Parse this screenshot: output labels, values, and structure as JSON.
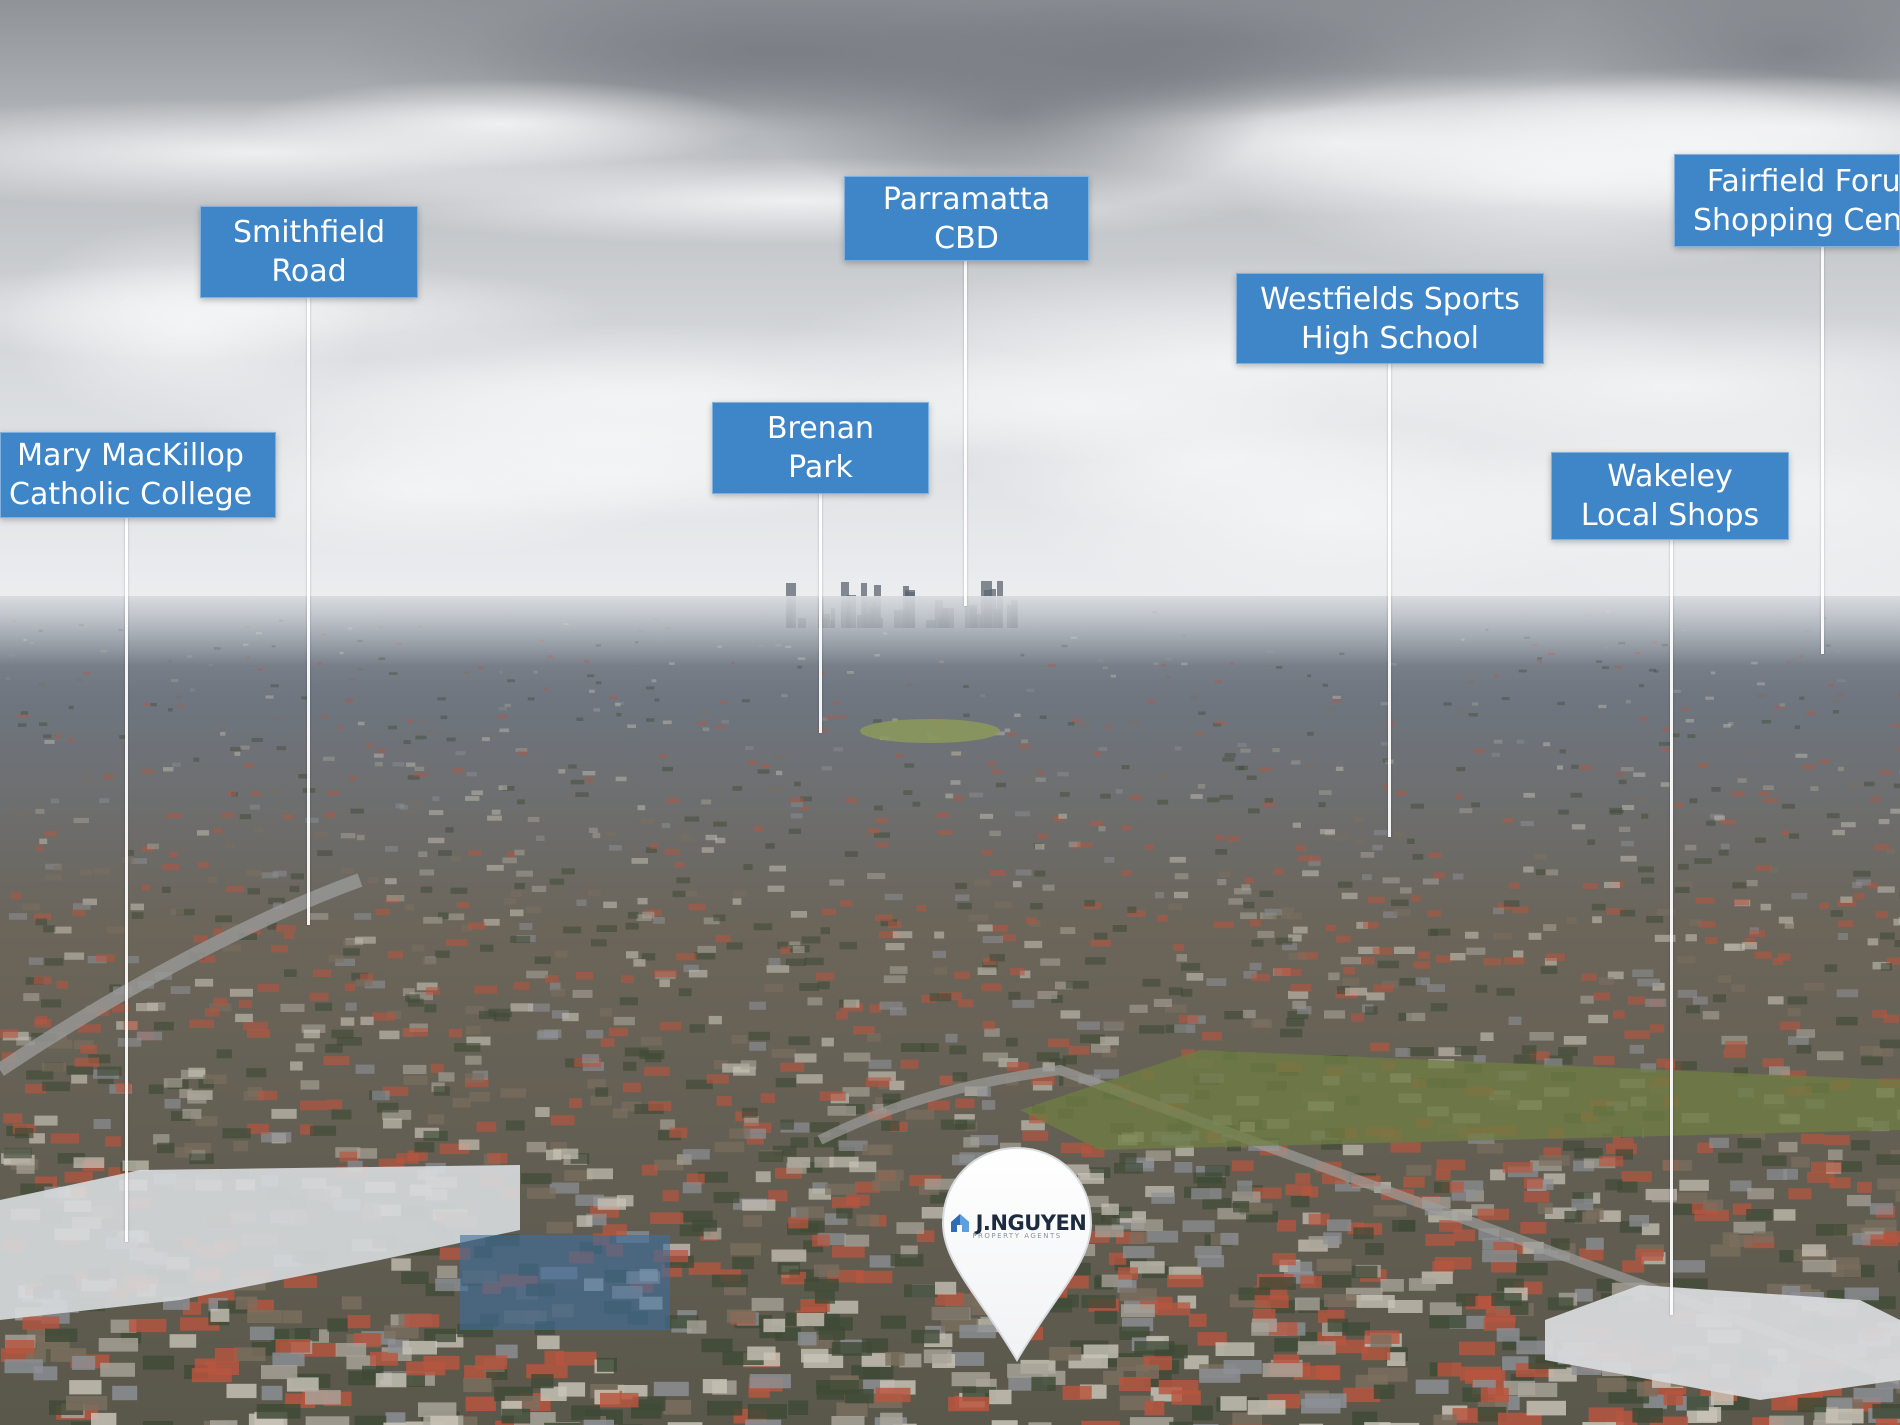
{
  "photo": {
    "sky_top": "#8f9398",
    "sky_mid": "#d2d5d8",
    "horizon": "#e9ecef",
    "land_far": "#7c8590",
    "land_mid": "#6f6a5e",
    "land_near": "#5d5a4d",
    "roof_red": "#b8553f",
    "roof_grey": "#8d9096",
    "tree_green": "#3f4a36"
  },
  "callout_color": "#3f86c9",
  "callouts": [
    {
      "id": "mary-mackillop-catholic-college",
      "lines": [
        "Mary MacKillop",
        "Catholic College"
      ]
    },
    {
      "id": "smithfield-road",
      "lines": [
        "Smithfield",
        "Road"
      ]
    },
    {
      "id": "parramatta-cbd",
      "lines": [
        "Parramatta",
        "CBD"
      ]
    },
    {
      "id": "brenan-park",
      "lines": [
        "Brenan",
        "Park"
      ]
    },
    {
      "id": "westfields-sports-high-school",
      "lines": [
        "Westfields Sports",
        "High School"
      ]
    },
    {
      "id": "wakeley-local-shops",
      "lines": [
        "Wakeley",
        "Local Shops"
      ]
    },
    {
      "id": "fairfield-forum-shopping-centre",
      "lines": [
        "Fairfield Forum",
        "Shopping Centre"
      ]
    }
  ],
  "pin": {
    "brand": "J.NGUYEN",
    "tagline": "PROPERTY AGENTS",
    "icon": "house-logo-icon"
  }
}
